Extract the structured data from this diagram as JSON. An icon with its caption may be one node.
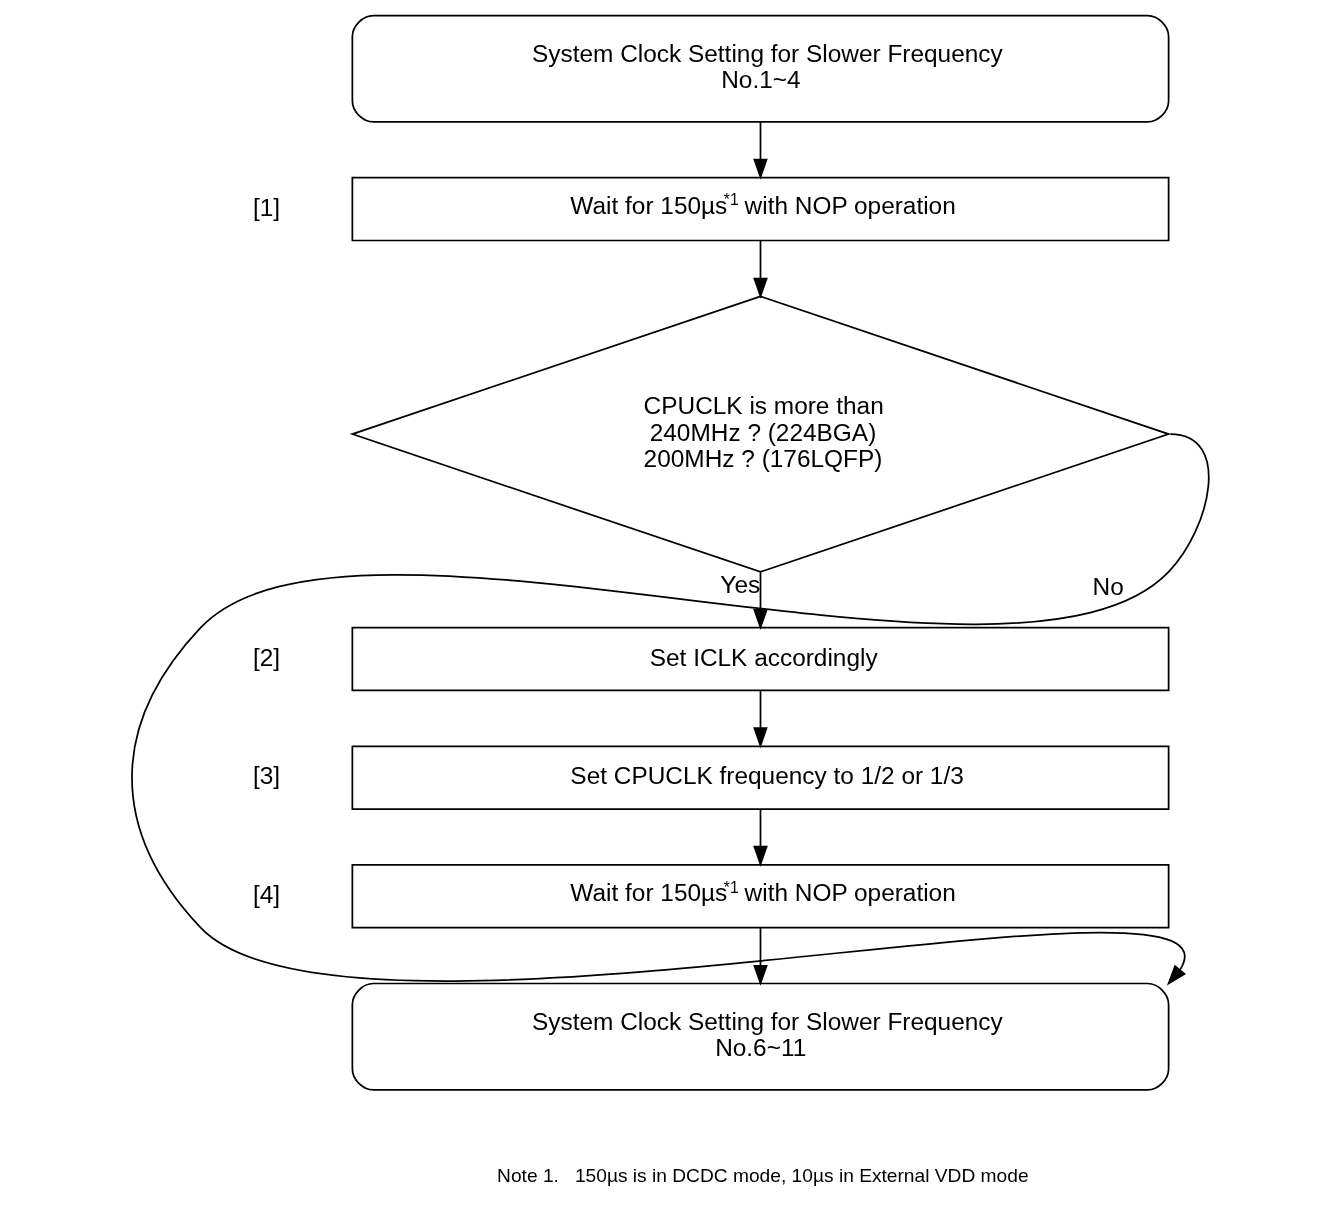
{
  "diagram": {
    "nodes": [
      {
        "text": [
          "System Clock Setting for Slower Frequency No.1~4"
        ]
      },
      {
        "text": [
          "Wait for 150µs$^{*1}$ with NOP operation"
        ],
        "beside": [
          "[1]"
        ]
      },
      {
        "text": [
          "CPUCLK is more than 240MHz ? (224BGA) 200MHz ? (176LQFP)"
        ]
      },
      {
        "text": [
          "Set ICLK accordingly"
        ],
        "beside": [
          "[2]"
        ]
      },
      {
        "text": [
          "Set CPUCLK frequency to 1/2 or 1/3"
        ],
        "beside": [
          "[3]"
        ]
      },
      {
        "text": [
          "Wait for 150µs$^{*1}$ with NOP operation"
        ],
        "beside": [
          "[4]"
        ]
      },
      {
        "text": [
          "System Clock Setting for Slower Frequency No.6~11"
        ]
      }
    ],
    "edges": [
      {
        "from": 0,
        "to": 1,
        "arrow": "to"
      },
      {
        "from": 1,
        "to": 2,
        "arrow": "to"
      },
      {
        "from": 2,
        "to": 3,
        "arrow": "to",
        "label": "Yes"
      },
      {
        "from": 3,
        "to": 4,
        "arrow": "to"
      },
      {
        "from": 4,
        "to": 5,
        "arrow": "to"
      },
      {
        "from": 5,
        "to": 6,
        "arrow": "to"
      },
      {
        "from": 2,
        "to": 6,
        "arrow": "to",
        "label": "No"
      }
    ],
    "labels": [
      "Note 1.   150µs is in DCDC mode, 10µs in External VDD mode"
    ]
  }
}
